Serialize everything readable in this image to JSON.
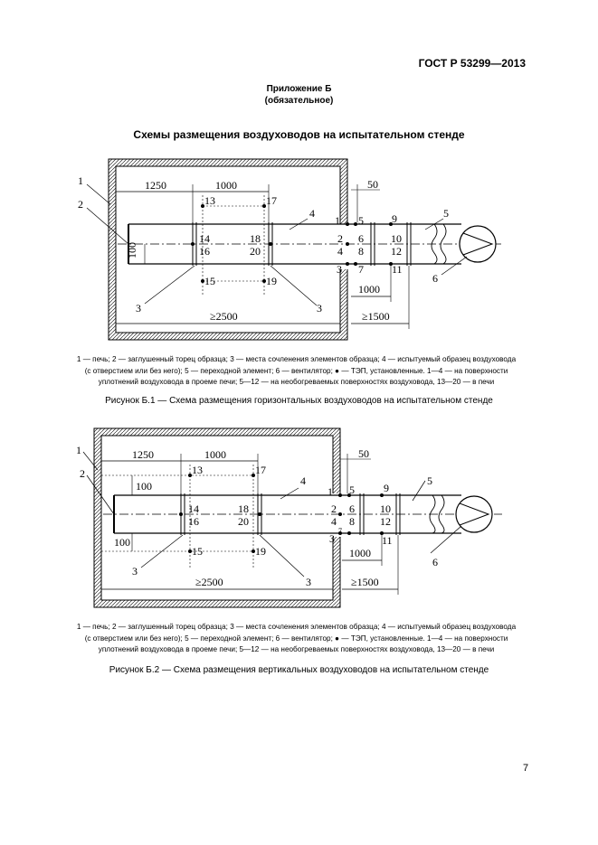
{
  "header": {
    "doc_code": "ГОСТ Р 53299—2013"
  },
  "appendix": {
    "title": "Приложение Б",
    "status": "(обязательное)"
  },
  "section_title": "Схемы размещения воздуховодов на испытательном стенде",
  "figure1": {
    "legend_lines": [
      "1 — печь; 2 — заглушенный торец образца; 3 — места сочленения элементов образца; 4 — испытуемый образец воздуховода",
      "(с отверстием или без него); 5 — переходной элемент; 6 — вентилятор; ● — ТЭП, установленные. 1—4 — на поверхности",
      "уплотнений воздуховода в проеме печи; 5—12 — на необогреваемых поверхностях воздуховода, 13—20 — в печи"
    ],
    "caption": "Рисунок Б.1 — Схема размещения горизонтальных воздуховодов на испытательном стенде",
    "labels": {
      "n1": "1",
      "n2": "2",
      "n3a": "3",
      "n3b": "3",
      "n4": "4",
      "n5": "5",
      "n6": "6",
      "d1250": "1250",
      "d1000": "1000",
      "d50": "50",
      "d100": "100",
      "d2500": "≥2500",
      "d1000b": "1000",
      "d1500": "≥1500",
      "t13": "13",
      "t17": "17",
      "t14": "14",
      "t16": "16",
      "t18": "18",
      "t20": "20",
      "t15": "15",
      "t19": "19",
      "t1": "1",
      "t2": "2",
      "t3": "3",
      "t4": "4",
      "t5": "5",
      "t6": "6",
      "t7": "7",
      "t8": "8",
      "t9": "9",
      "t10": "10",
      "t11": "11",
      "t12": "12"
    }
  },
  "figure2": {
    "legend_lines": [
      "1 — печь; 2 — заглушенный торец образца; 3 — места сочленения элементов образца; 4 — испытуемый образец воздуховода",
      "(с отверстием или без него); 5 — переходной элемент; 6 — вентилятор; ● — ТЭП, установленные. 1—4 — на поверхности",
      "уплотнений воздуховода в проеме печи; 5—12 — на необогреваемых поверхностях воздуховода, 13—20 — в печи"
    ],
    "caption": "Рисунок Б.2 — Схема размещения вертикальных воздуховодов на испытательном стенде",
    "labels": {
      "n1": "1",
      "n2": "2",
      "n3a": "3",
      "n3b": "3",
      "n4": "4",
      "n5": "5",
      "n6": "6",
      "d1250": "1250",
      "d1000": "1000",
      "d50": "50",
      "d100a": "100",
      "d100b": "100",
      "d2500": "≥2500",
      "d1000b": "1000",
      "d1500": "≥1500",
      "t13": "13",
      "t17": "17",
      "t14": "14",
      "t16": "16",
      "t18": "18",
      "t20": "20",
      "t15": "15",
      "t19": "19",
      "t1": "1",
      "t2": "2",
      "t3": "3",
      "t4": "4",
      "t5": "5",
      "t6": "6",
      "t7": "7",
      "t8": "8",
      "t9": "9",
      "t10": "10",
      "t11": "11",
      "t12": "12"
    }
  },
  "page_number": "7"
}
